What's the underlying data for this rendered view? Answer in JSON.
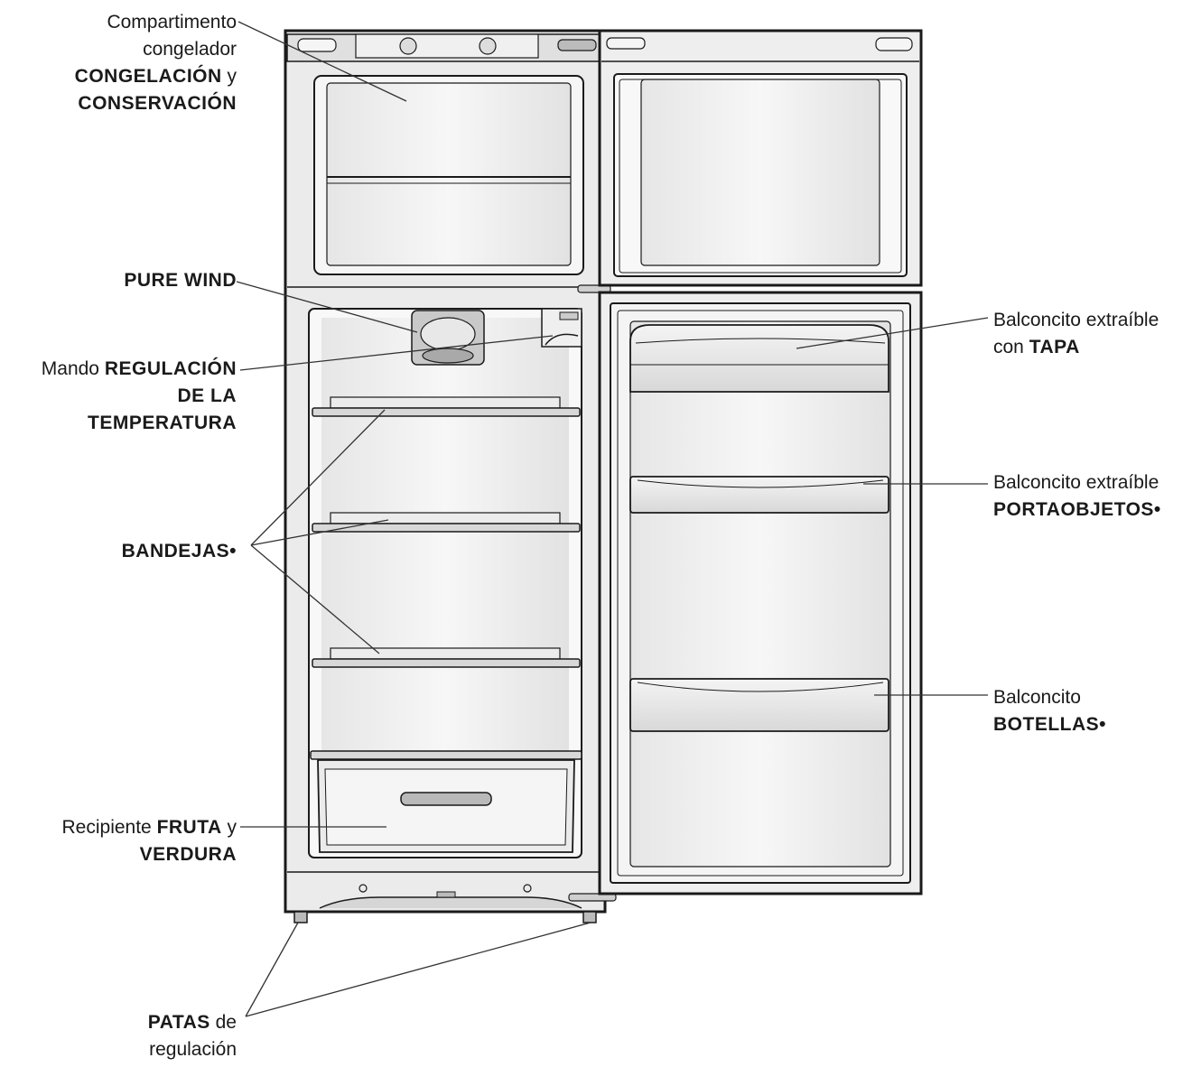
{
  "labels": {
    "freezer": {
      "line1": "Compartimento",
      "line2": "congelador",
      "line3_bold": "CONGELACIÓN",
      "line3_rest": " y",
      "line4_bold": "CONSERVACIÓN"
    },
    "pure_wind": {
      "bold": "PURE WIND"
    },
    "temp_control": {
      "line1_plain": "Mando ",
      "line1_bold": "REGULACIÓN",
      "line2_bold": "DE LA",
      "line3_bold": "TEMPERATURA"
    },
    "shelves": {
      "bold": "BANDEJAS•"
    },
    "crisper": {
      "line1_plain": "Recipiente ",
      "line1_bold": "FRUTA",
      "line1_rest": " y",
      "line2_bold": "VERDURA"
    },
    "feet": {
      "line1_bold": "PATAS",
      "line1_rest": " de",
      "line2": "regulación"
    },
    "door_lid": {
      "line1": "Balconcito extraíble",
      "line2_plain": "con ",
      "line2_bold": "TAPA"
    },
    "door_objects": {
      "line1": "Balconcito extraíble",
      "line2_bold": "PORTAOBJETOS•"
    },
    "door_bottles": {
      "line1": "Balconcito",
      "line2_bold": "BOTELLAS•"
    }
  },
  "colors": {
    "outline": "#1a1a1a",
    "fill": "#f2f2f2",
    "inner": "#fafafa",
    "leader": "#333333"
  }
}
